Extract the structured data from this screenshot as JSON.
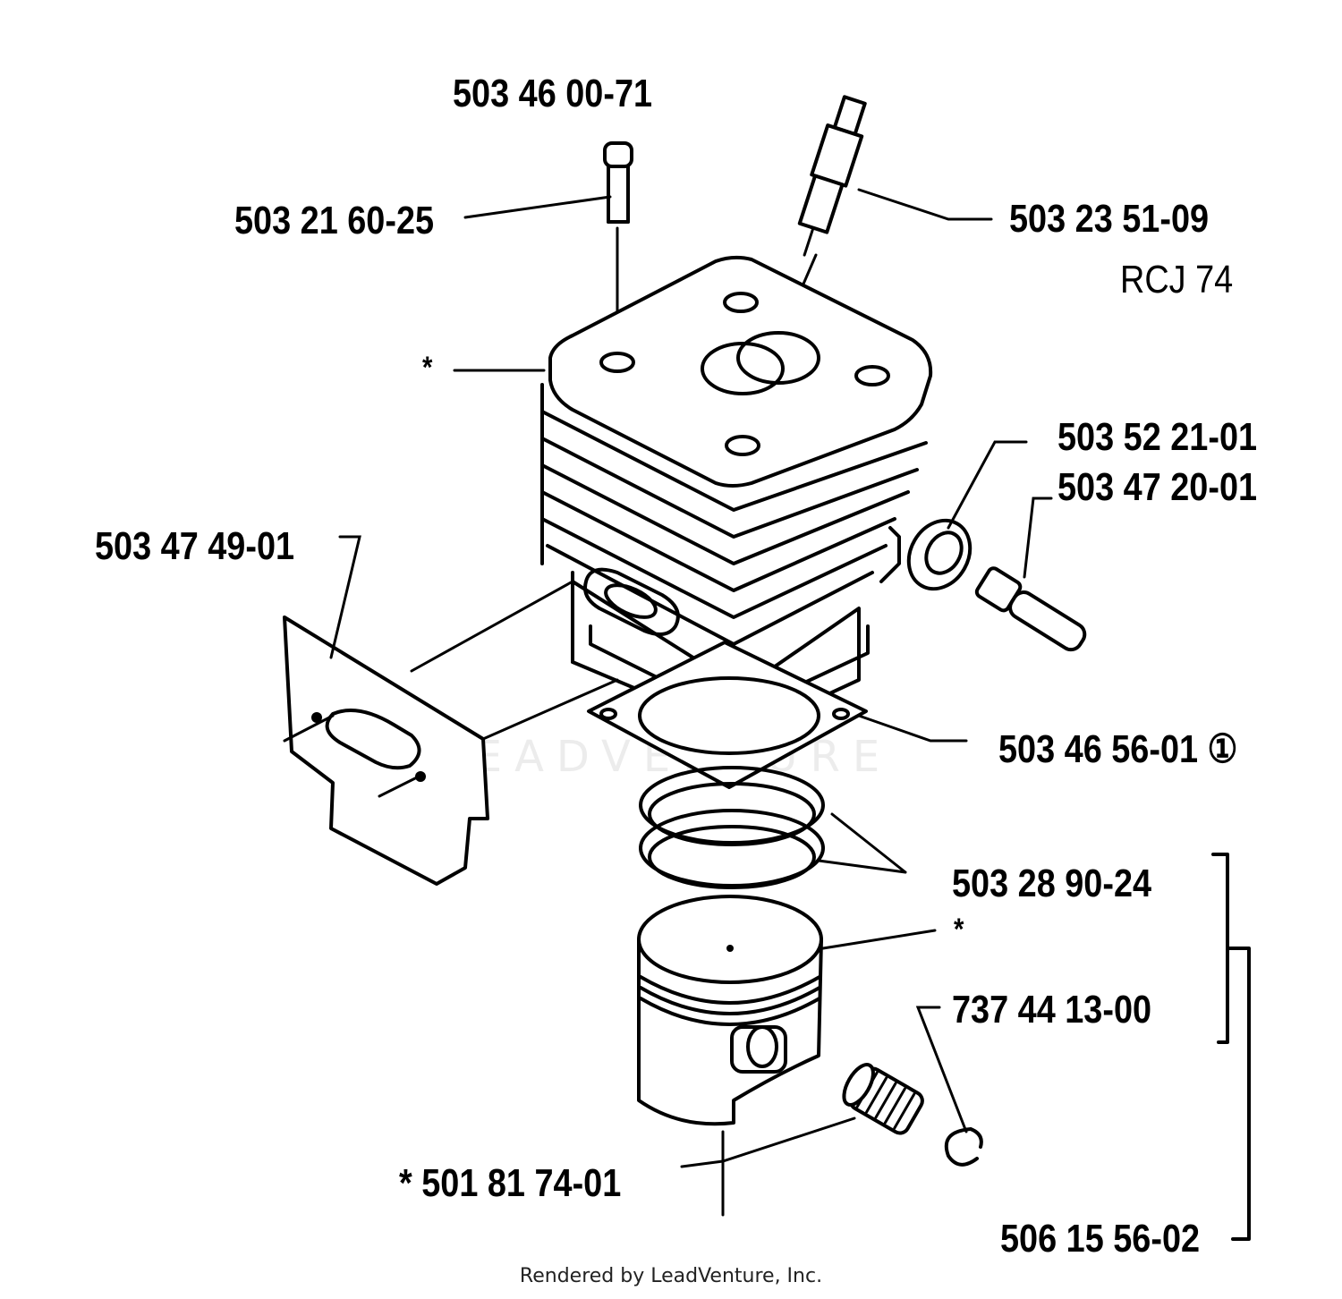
{
  "parts": {
    "bolt": "503 46 00-71",
    "washer": "503 21 60-25",
    "spark_plug": "503 23 51-09",
    "spark_plug_type": "RCJ 74",
    "cylinder_star": "*",
    "valve_cap": "503 52 21-01",
    "decompression_valve": "503 47 20-01",
    "muffler_gasket": "503 47 49-01",
    "cylinder_gasket": "503 46 56-01 ①",
    "piston_ring": "503 28 90-24",
    "piston_star": "*",
    "circlip": "737 44 13-00",
    "needle_bearing": "* 501 81 74-01",
    "piston_kit": "506 15 56-02"
  },
  "watermark": "LEADVENTURE",
  "footer": "Rendered by LeadVenture, Inc."
}
